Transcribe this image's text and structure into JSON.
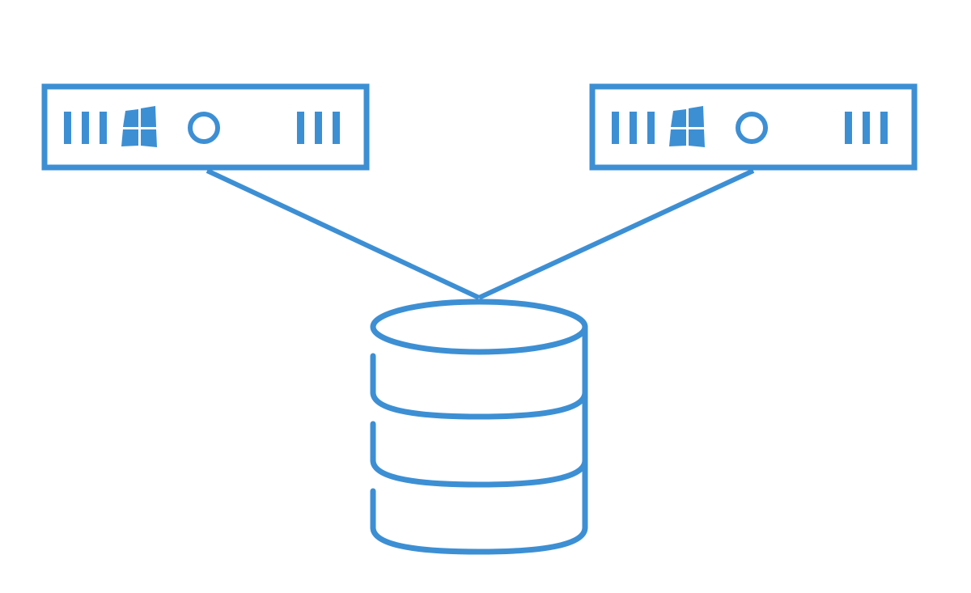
{
  "diagram": {
    "accent_color": "#3d8fd4",
    "background_color": "#ffffff",
    "nodes": [
      {
        "id": "server-left",
        "kind": "server",
        "icons": [
          "drive-slots-icon",
          "windows-logo-icon",
          "power-button-icon",
          "drive-slots-icon"
        ]
      },
      {
        "id": "server-right",
        "kind": "server",
        "icons": [
          "drive-slots-icon",
          "windows-logo-icon",
          "power-button-icon",
          "drive-slots-icon"
        ]
      },
      {
        "id": "shared-storage",
        "kind": "database",
        "icons": [
          "database-icon"
        ]
      }
    ],
    "edges": [
      {
        "from": "server-left",
        "to": "shared-storage"
      },
      {
        "from": "server-right",
        "to": "shared-storage"
      }
    ]
  }
}
